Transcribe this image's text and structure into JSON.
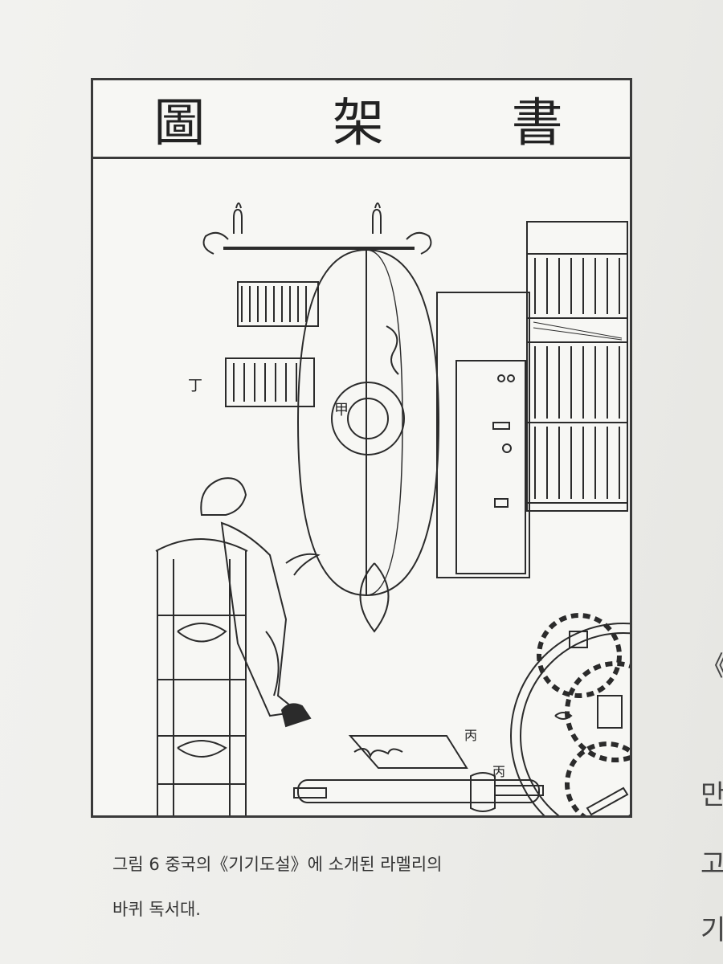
{
  "figure": {
    "title_chars": [
      "圖",
      "架",
      "書"
    ],
    "labels": {
      "ding": "丁",
      "jia": "甲",
      "bing_1": "丙",
      "bing_2": "丙"
    }
  },
  "caption": {
    "line1": "그림 6   중국의《기기도설》에 소개된 라멜리의",
    "line2": "바퀴 독서대."
  },
  "margin_fragments": [
    "《",
    "만",
    "고",
    "기"
  ]
}
